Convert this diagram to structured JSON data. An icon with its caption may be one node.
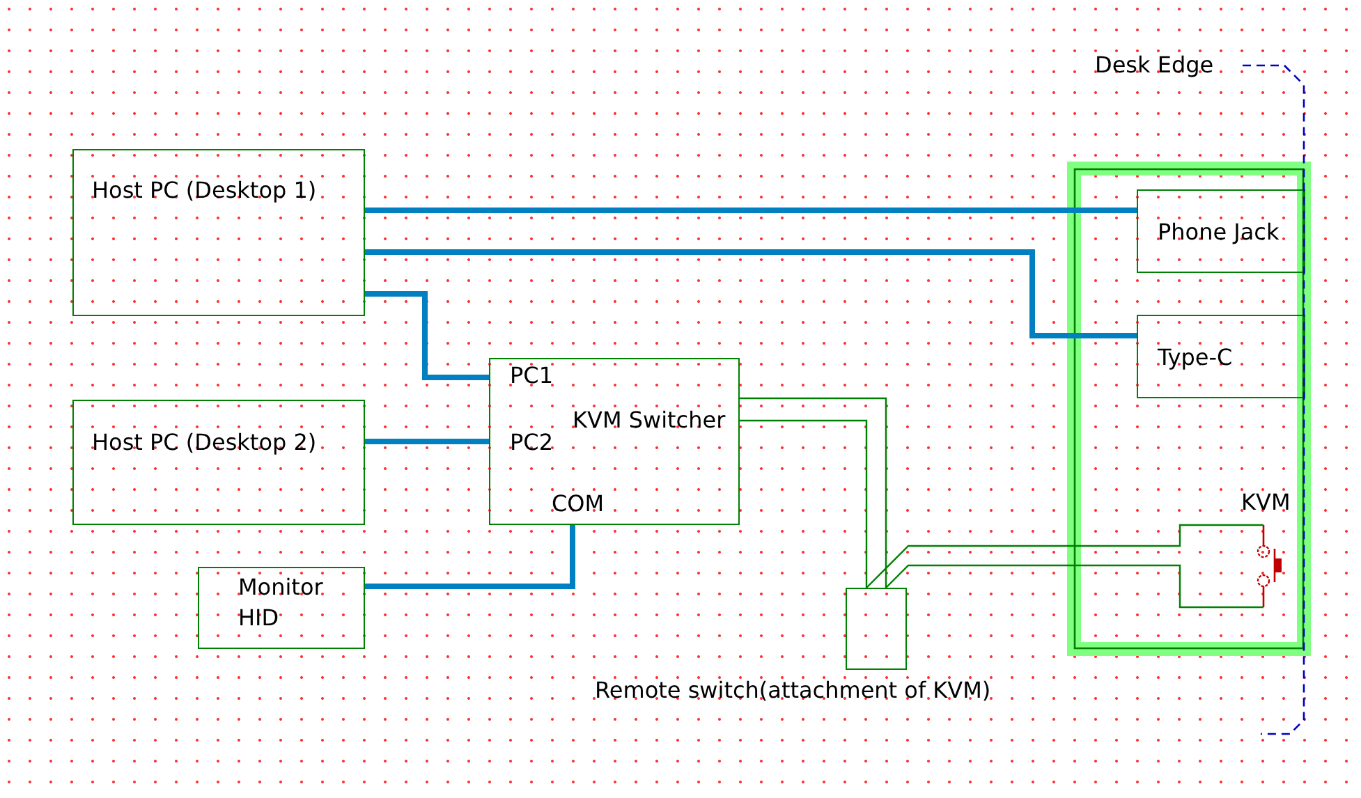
{
  "diagram": {
    "nodes": [
      {
        "text": [
          "Host PC (Desktop 1)"
        ]
      },
      {
        "text": [],
        "shape": "box"
      },
      {
        "text": [
          "Phone Jack"
        ],
        "in": 1
      },
      {
        "text": [
          "Type-C"
        ],
        "in": 1
      },
      {
        "text": [
          "PC1",
          "KVM Switcher",
          "PC2",
          "COM"
        ]
      },
      {
        "text": [
          "Host PC (Desktop 2)"
        ]
      },
      {
        "text": [],
        "shape": "switch",
        "beside": [
          "KVM"
        ],
        "in": 1
      },
      {
        "text": [
          "Monitor HID"
        ]
      },
      {
        "text": [],
        "shape": "box",
        "beside": [
          "Remote switch(attachment of KVM)"
        ]
      }
    ],
    "edges": [
      {
        "from": 0,
        "to": 2,
        "arrow": "none"
      },
      {
        "from": 0,
        "to": 3,
        "arrow": "none"
      },
      {
        "from": 0,
        "to": 4,
        "arrow": "none"
      },
      {
        "from": 5,
        "to": 4,
        "arrow": "none"
      },
      {
        "from": 7,
        "to": 4,
        "arrow": "none"
      },
      {
        "from": 4,
        "to": 8,
        "arrow": "none",
        "color": "#008000"
      },
      {
        "from": 4,
        "to": 8,
        "arrow": "none",
        "color": "#008000"
      },
      {
        "from": 8,
        "to": 6,
        "arrow": "none",
        "color": "#008000"
      },
      {
        "from": 8,
        "to": 6,
        "arrow": "none",
        "color": "#008000"
      }
    ],
    "labels": [
      "Desk Edge"
    ]
  }
}
